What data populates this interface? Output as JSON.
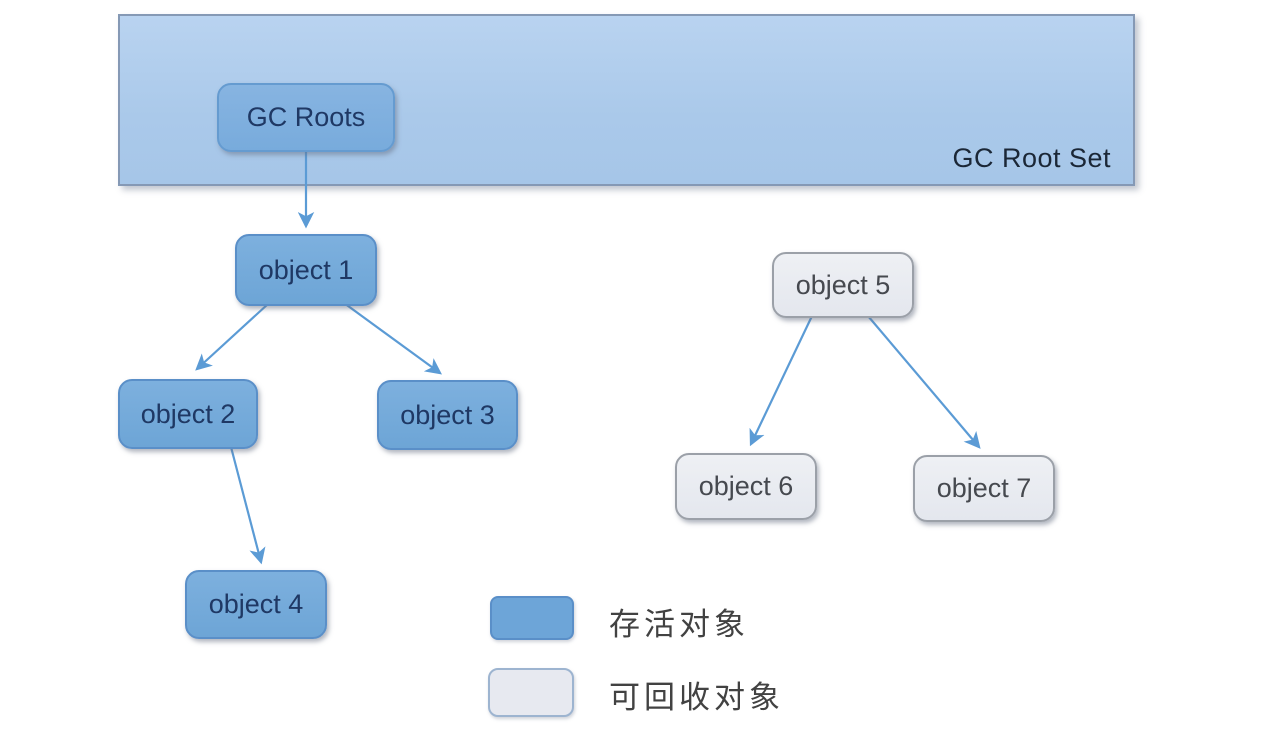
{
  "diagram": {
    "title_context": "GC reachability diagram",
    "root_set": {
      "label": "GC Root Set"
    },
    "nodes": {
      "gc_roots": {
        "label": "GC Roots",
        "type": "root"
      },
      "object1": {
        "label": "object 1",
        "type": "live"
      },
      "object2": {
        "label": "object 2",
        "type": "live"
      },
      "object3": {
        "label": "object 3",
        "type": "live"
      },
      "object4": {
        "label": "object 4",
        "type": "live"
      },
      "object5": {
        "label": "object 5",
        "type": "collectible"
      },
      "object6": {
        "label": "object 6",
        "type": "collectible"
      },
      "object7": {
        "label": "object 7",
        "type": "collectible"
      }
    },
    "edges": [
      {
        "from": "gc_roots",
        "to": "object1"
      },
      {
        "from": "object1",
        "to": "object2"
      },
      {
        "from": "object1",
        "to": "object3"
      },
      {
        "from": "object2",
        "to": "object4"
      },
      {
        "from": "object5",
        "to": "object6"
      },
      {
        "from": "object5",
        "to": "object7"
      }
    ],
    "legend": {
      "live": {
        "label": "存活对象"
      },
      "collectible": {
        "label": "可回收对象"
      }
    },
    "colors": {
      "root_set_fill": "#aac9ea",
      "root_set_border": "#8599b5",
      "live_fill": "#6da5d6",
      "live_border": "#5a8fc8",
      "live_text": "#1f3864",
      "collectible_fill": "#e7e9f0",
      "collectible_border": "#9ba0a8",
      "collectible_text": "#46494f",
      "arrow": "#5b9bd5",
      "legend_text": "#424242"
    }
  }
}
